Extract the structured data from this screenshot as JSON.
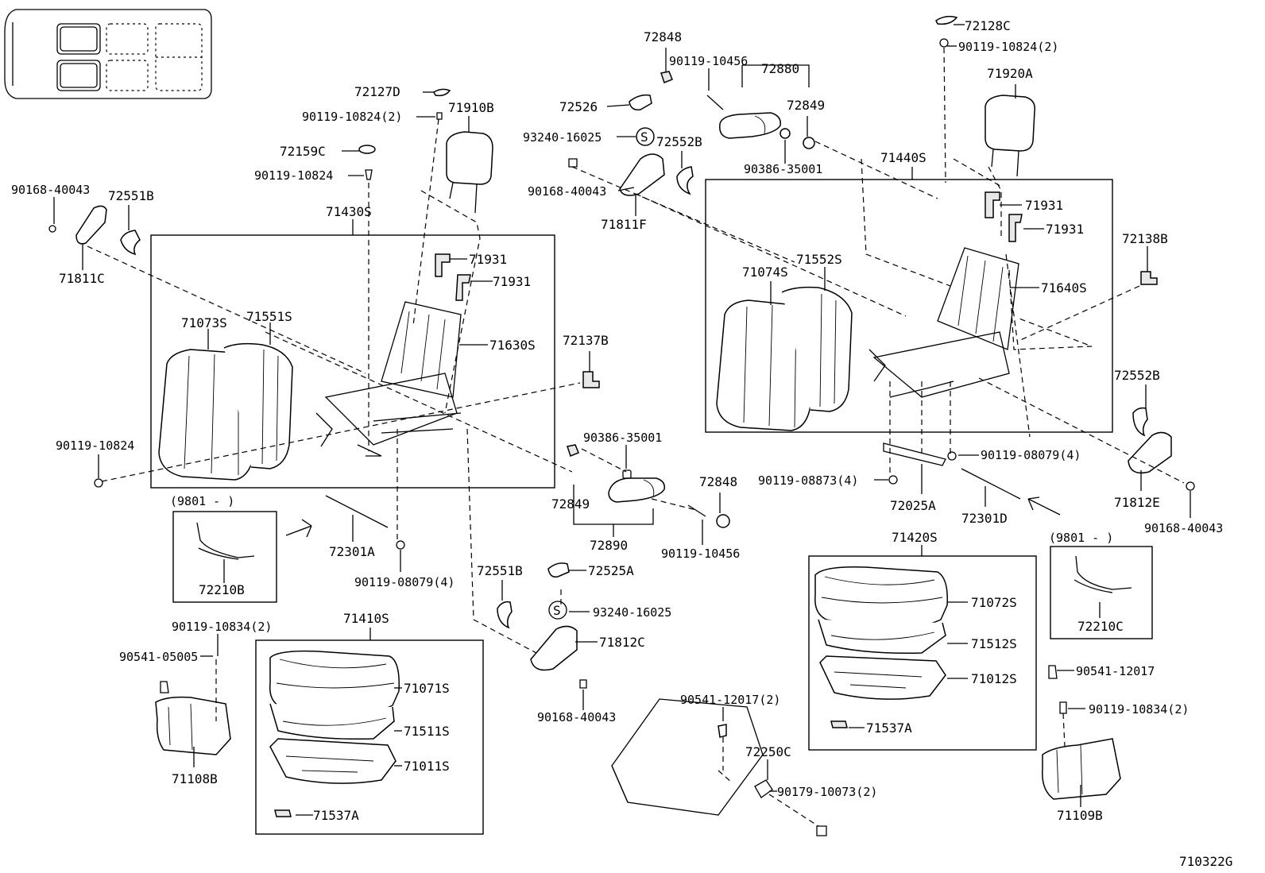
{
  "diagram_code": "710322G",
  "range_labels": {
    "left": "(9801 -        )",
    "right": "(9801 -        )"
  },
  "labels": {
    "p72127D": "72127D",
    "p90119_10824_2a": "90119-10824(2)",
    "p71910B": "71910B",
    "p72159C": "72159C",
    "p90119_10824a": "90119-10824",
    "p71430S": "71430S",
    "p90168_40043a": "90168-40043",
    "p72551Ba": "72551B",
    "p71811C": "71811C",
    "p71931a": "71931",
    "p71931b": "71931",
    "p71073S": "71073S",
    "p71551S": "71551S",
    "p71630S": "71630S",
    "p72137B": "72137B",
    "p90119_10824b": "90119-10824",
    "p72301A": "72301A",
    "p72210B": "72210B",
    "p90119_08079_4a": "90119-08079(4)",
    "p90119_10834_2a": "90119-10834(2)",
    "p90541_05005": "90541-05005",
    "p71410S": "71410S",
    "p71071S": "71071S",
    "p71511S": "71511S",
    "p71011S": "71011S",
    "p71537Aa": "71537A",
    "p71108B": "71108B",
    "p72848a": "72848",
    "p90119_10456a": "90119-10456",
    "p72880": "72880",
    "p72849a": "72849",
    "p72526": "72526",
    "p93240_16025a": "93240-16025",
    "p72552Ba": "72552B",
    "p90386_35001a": "90386-35001",
    "p90168_40043b": "90168-40043",
    "p71811F": "71811F",
    "p90386_35001b": "90386-35001",
    "p72848b": "72848",
    "p72849b": "72849",
    "p72890": "72890",
    "p90119_10456b": "90119-10456",
    "p72551Bb": "72551B",
    "p72525A": "72525A",
    "p93240_16025b": "93240-16025",
    "p71812C": "71812C",
    "p90168_40043c": "90168-40043",
    "p90541_12017_2": "90541-12017(2)",
    "p72250C": "72250C",
    "p90179_10073_2": "90179-10073(2)",
    "p72128C": "72128C",
    "p90119_10824_2b": "90119-10824(2)",
    "p71920A": "71920A",
    "p71440S": "71440S",
    "p71931c": "71931",
    "p71931d": "71931",
    "p72138B": "72138B",
    "p71074S": "71074S",
    "p71552S": "71552S",
    "p71640S": "71640S",
    "p72552Bb": "72552B",
    "p90119_08079_4b": "90119-08079(4)",
    "p90119_08873_4": "90119-08873(4)",
    "p72025A": "72025A",
    "p72301D": "72301D",
    "p71812E": "71812E",
    "p90168_40043d": "90168-40043",
    "p71420S": "71420S",
    "p71072S": "71072S",
    "p71512S": "71512S",
    "p71012S": "71012S",
    "p71537Ab": "71537A",
    "p72210C": "72210C",
    "p90541_12017": "90541-12017",
    "p90119_10834_2b": "90119-10834(2)",
    "p71109B": "71109B",
    "s_symbol": "S"
  }
}
